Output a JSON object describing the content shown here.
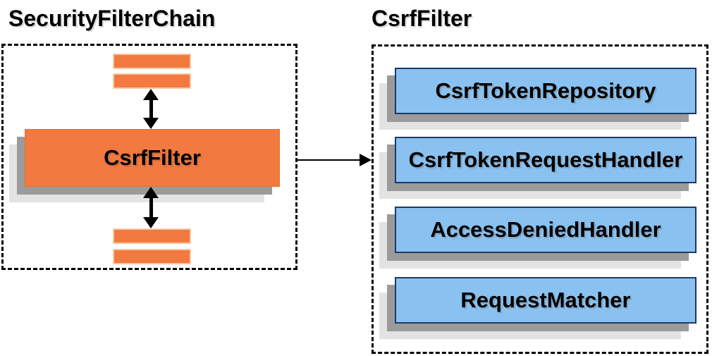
{
  "left_panel": {
    "title": "SecurityFilterChain",
    "csrf_filter_label": "CsrfFilter"
  },
  "right_panel": {
    "title": "CsrfFilter",
    "components": [
      "CsrfTokenRepository",
      "CsrfTokenRequestHandler",
      "AccessDeniedHandler",
      "RequestMatcher"
    ]
  },
  "colors": {
    "filter-orange": "#F2793F",
    "filter-orange-border": "#F9C9A3",
    "filter-orange-edge": "#EE6E33",
    "component-blue": "#89C1F1",
    "component-blue-border": "#1F3864",
    "shadow-dark": "#9B9B9B",
    "shadow-light": "#E3E3E3",
    "arrow-black": "#000000"
  }
}
